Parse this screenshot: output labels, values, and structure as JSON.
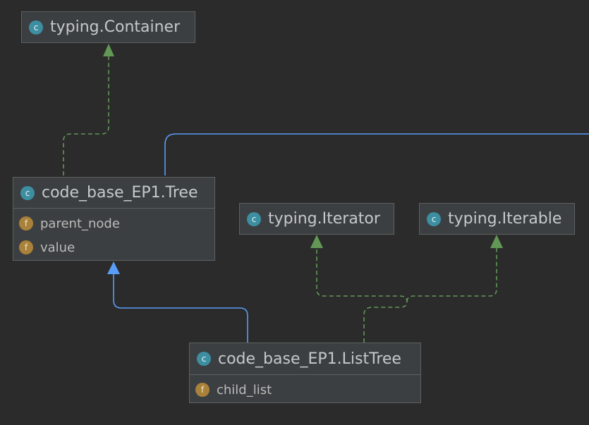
{
  "diagram": {
    "colors": {
      "background": "#2b2b2b",
      "node_fill": "#3c3f41",
      "node_border": "#5e6060",
      "class_icon": "#3d8ea1",
      "field_icon": "#a9813a",
      "inheritance_edge": "#589df6",
      "realization_edge": "#629755"
    },
    "icons": {
      "class_icon": "c",
      "field_icon": "f"
    },
    "nodes": {
      "typing_container": {
        "title": "typing.Container"
      },
      "tree": {
        "title": "code_base_EP1.Tree",
        "fields": [
          "parent_node",
          "value"
        ]
      },
      "typing_iterator": {
        "title": "typing.Iterator"
      },
      "typing_iterable": {
        "title": "typing.Iterable"
      },
      "list_tree": {
        "title": "code_base_EP1.ListTree",
        "fields": [
          "child_list"
        ]
      }
    },
    "edges": [
      {
        "from": "code_base_EP1.Tree",
        "to": "typing.Container",
        "kind": "realization",
        "style": "dashed"
      },
      {
        "from": "code_base_EP1.ListTree",
        "to": "code_base_EP1.Tree",
        "kind": "inheritance",
        "style": "solid"
      },
      {
        "from": "code_base_EP1.ListTree",
        "to": "typing.Iterator",
        "kind": "realization",
        "style": "dashed"
      },
      {
        "from": "code_base_EP1.ListTree",
        "to": "typing.Iterable",
        "kind": "realization",
        "style": "dashed"
      },
      {
        "from": "code_base_EP1.Tree",
        "to": "off-screen",
        "kind": "inheritance",
        "style": "solid"
      }
    ]
  }
}
